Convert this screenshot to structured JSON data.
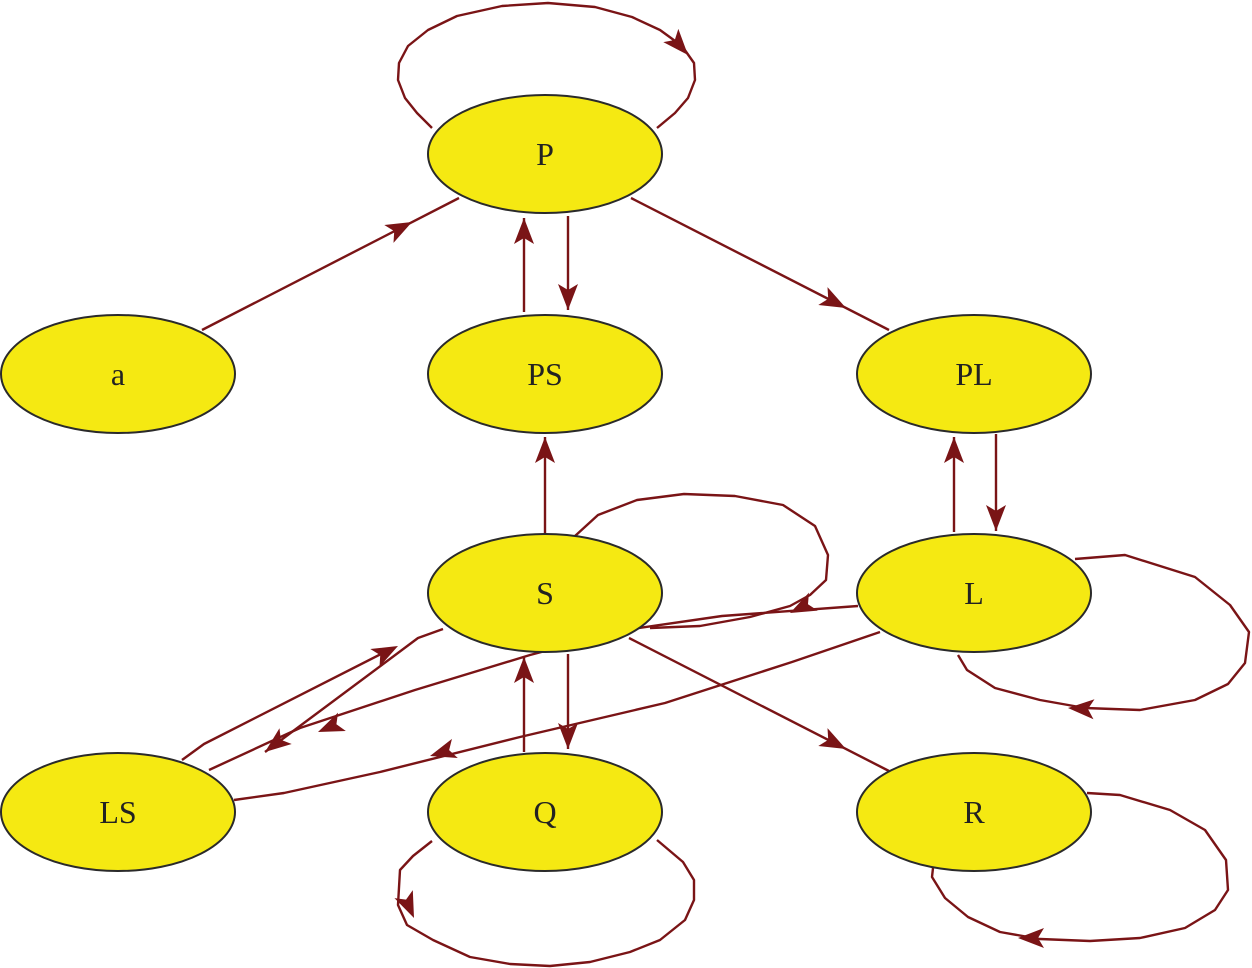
{
  "diagram": {
    "node_fill": "#f5e912",
    "node_stroke": "#2a2a2a",
    "edge_color": "#7a1416",
    "nodes": [
      {
        "id": "P",
        "label": "P"
      },
      {
        "id": "a",
        "label": "a"
      },
      {
        "id": "PS",
        "label": "PS"
      },
      {
        "id": "PL",
        "label": "PL"
      },
      {
        "id": "S",
        "label": "S"
      },
      {
        "id": "L",
        "label": "L"
      },
      {
        "id": "LS",
        "label": "LS"
      },
      {
        "id": "Q",
        "label": "Q"
      },
      {
        "id": "R",
        "label": "R"
      }
    ],
    "edges": [
      {
        "from": "P",
        "to": "P"
      },
      {
        "from": "a",
        "to": "P"
      },
      {
        "from": "PS",
        "to": "P"
      },
      {
        "from": "P",
        "to": "PS"
      },
      {
        "from": "P",
        "to": "PL"
      },
      {
        "from": "S",
        "to": "PS"
      },
      {
        "from": "S",
        "to": "S"
      },
      {
        "from": "L",
        "to": "PL"
      },
      {
        "from": "PL",
        "to": "L"
      },
      {
        "from": "L",
        "to": "L"
      },
      {
        "from": "LS",
        "to": "S"
      },
      {
        "from": "S",
        "to": "LS"
      },
      {
        "from": "L",
        "to": "LS"
      },
      {
        "from": "LS",
        "to": "S"
      },
      {
        "from": "Q",
        "to": "S"
      },
      {
        "from": "S",
        "to": "Q"
      },
      {
        "from": "S",
        "to": "R"
      },
      {
        "from": "Q",
        "to": "Q"
      },
      {
        "from": "R",
        "to": "R"
      }
    ]
  }
}
